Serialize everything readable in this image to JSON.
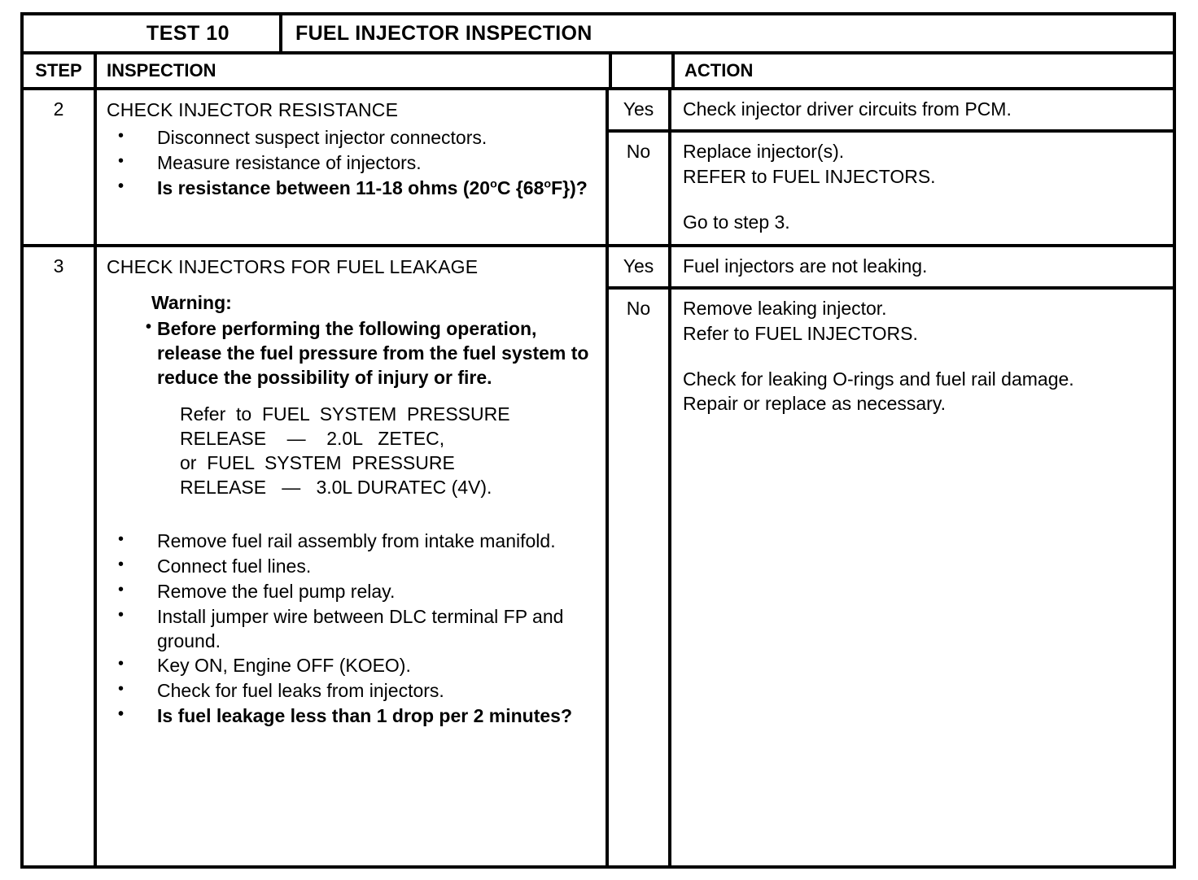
{
  "header": {
    "test_label": "TEST 10",
    "test_title": "FUEL INJECTOR INSPECTION"
  },
  "columns": {
    "step": "STEP",
    "inspection": "INSPECTION",
    "action": "ACTION"
  },
  "answers": {
    "yes": "Yes",
    "no": "No"
  },
  "steps": [
    {
      "number": "2",
      "inspection_title": "CHECK INJECTOR RESISTANCE",
      "bullets": [
        "Disconnect suspect injector connectors.",
        "Measure resistance of injectors."
      ],
      "question_prefix": "Is resistance between 11-18 ohms (20",
      "question_unit_c": "C",
      "question_mid": " {68",
      "question_unit_f": "F})?",
      "action_yes": "Check injector driver circuits from PCM.",
      "action_no_line1": "Replace injector(s).",
      "action_no_line2": "REFER to FUEL INJECTORS.",
      "action_no_line3": "Go to step 3."
    },
    {
      "number": "3",
      "inspection_title": "CHECK INJECTORS FOR FUEL LEAKAGE",
      "warning_heading": "Warning:",
      "warning_text": "Before performing the following operation, release the fuel pressure from the fuel system to reduce the possibility of injury or fire.",
      "refer_lines": [
        "Refer  to  FUEL  SYSTEM  PRESSURE",
        "RELEASE    —    2.0L   ZETEC,",
        "or  FUEL  SYSTEM  PRESSURE",
        "RELEASE   —   3.0L DURATEC (4V)."
      ],
      "bullets": [
        "Remove fuel rail assembly from intake manifold.",
        "Connect fuel lines.",
        "Remove the fuel pump relay.",
        "Install jumper wire between DLC terminal FP and ground.",
        "Key ON, Engine OFF (KOEO).",
        "Check for fuel leaks from injectors."
      ],
      "question": "Is fuel leakage less than 1 drop per 2 minutes?",
      "action_yes": "Fuel injectors are not leaking.",
      "action_no_line1": "Remove leaking injector.",
      "action_no_line2": "Refer to  FUEL  INJECTORS.",
      "action_no_line3": "Check for leaking O-rings and fuel rail damage.",
      "action_no_line4": "Repair or replace as necessary."
    }
  ]
}
